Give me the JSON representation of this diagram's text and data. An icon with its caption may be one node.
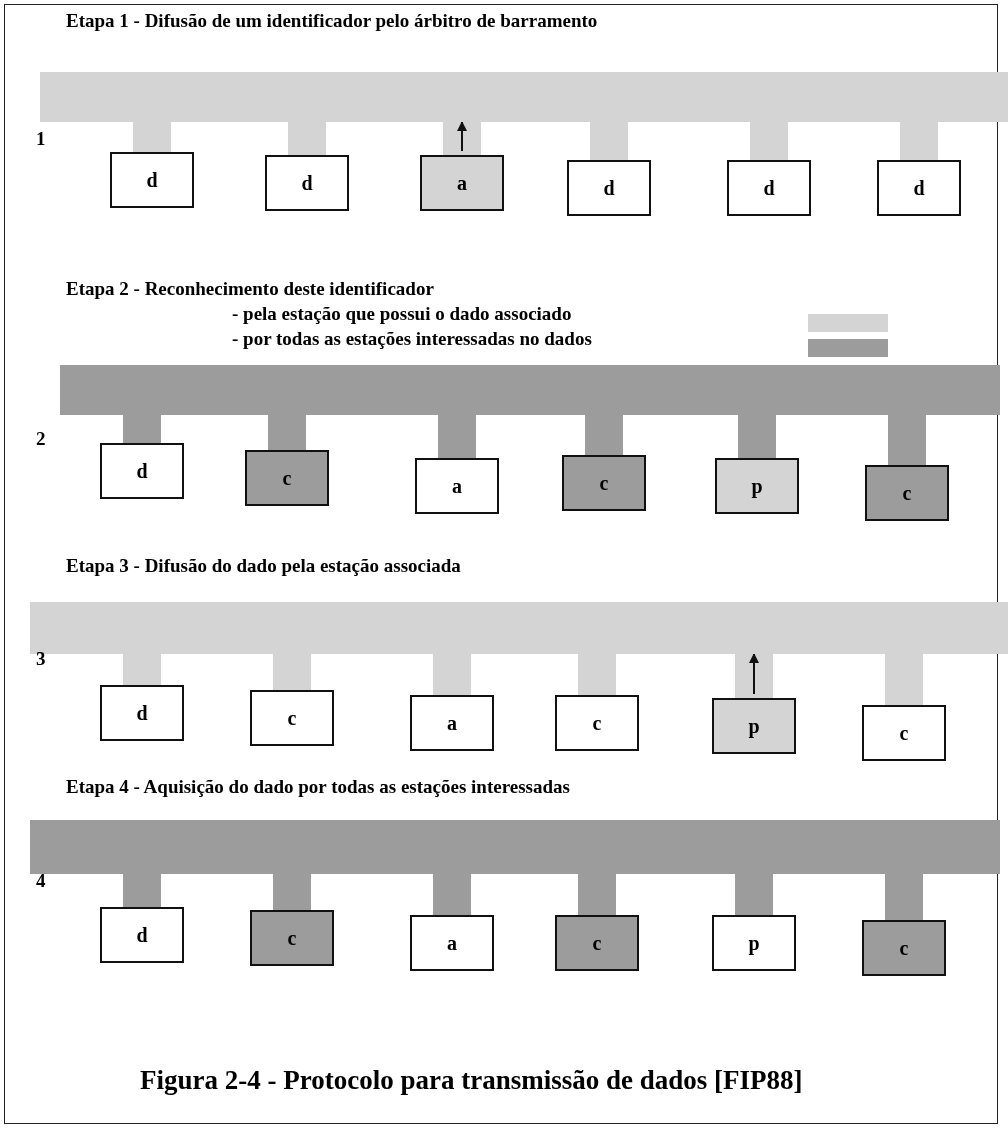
{
  "diagram": {
    "caption": "Figura 2-4 - Protocolo para transmissão de dados [FIP88]",
    "nodes": [
      {
        "text": [],
        "shape": "bar"
      },
      {
        "text": [
          "d"
        ]
      },
      {
        "text": [
          "d"
        ]
      },
      {
        "text": [
          "a"
        ]
      },
      {
        "text": [
          "d"
        ]
      },
      {
        "text": [
          "d"
        ]
      },
      {
        "text": [
          "d"
        ]
      },
      {
        "text": [],
        "shape": "bar"
      },
      {
        "text": [
          "d"
        ]
      },
      {
        "text": [
          "c"
        ]
      },
      {
        "text": [
          "a"
        ]
      },
      {
        "text": [
          "c"
        ]
      },
      {
        "text": [
          "p"
        ]
      },
      {
        "text": [
          "c"
        ]
      },
      {
        "text": [],
        "shape": "bar"
      },
      {
        "text": [
          "d"
        ]
      },
      {
        "text": [
          "c"
        ]
      },
      {
        "text": [
          "a"
        ]
      },
      {
        "text": [
          "c"
        ]
      },
      {
        "text": [
          "p"
        ]
      },
      {
        "text": [
          "c"
        ]
      },
      {
        "text": [],
        "shape": "bar"
      },
      {
        "text": [
          "d"
        ]
      },
      {
        "text": [
          "c"
        ]
      },
      {
        "text": [
          "a"
        ]
      },
      {
        "text": [
          "c"
        ]
      },
      {
        "text": [
          "p"
        ]
      },
      {
        "text": [
          "c"
        ]
      }
    ],
    "edges": [
      {
        "from": 1,
        "to": 0,
        "arrow": "none",
        "color": "#d4d4d4"
      },
      {
        "from": 2,
        "to": 0,
        "arrow": "none",
        "color": "#d4d4d4"
      },
      {
        "from": 3,
        "to": 0,
        "arrow": "to",
        "color": "#111111"
      },
      {
        "from": 4,
        "to": 0,
        "arrow": "none",
        "color": "#d4d4d4"
      },
      {
        "from": 5,
        "to": 0,
        "arrow": "none",
        "color": "#d4d4d4"
      },
      {
        "from": 6,
        "to": 0,
        "arrow": "none",
        "color": "#d4d4d4"
      },
      {
        "from": 8,
        "to": 7,
        "arrow": "none",
        "color": "#9c9c9c"
      },
      {
        "from": 9,
        "to": 7,
        "arrow": "none",
        "color": "#9c9c9c"
      },
      {
        "from": 10,
        "to": 7,
        "arrow": "none",
        "color": "#9c9c9c"
      },
      {
        "from": 11,
        "to": 7,
        "arrow": "none",
        "color": "#9c9c9c"
      },
      {
        "from": 12,
        "to": 7,
        "arrow": "none",
        "color": "#9c9c9c"
      },
      {
        "from": 13,
        "to": 7,
        "arrow": "none",
        "color": "#9c9c9c"
      },
      {
        "from": 15,
        "to": 14,
        "arrow": "none",
        "color": "#d4d4d4"
      },
      {
        "from": 16,
        "to": 14,
        "arrow": "none",
        "color": "#d4d4d4"
      },
      {
        "from": 17,
        "to": 14,
        "arrow": "none",
        "color": "#d4d4d4"
      },
      {
        "from": 18,
        "to": 14,
        "arrow": "none",
        "color": "#d4d4d4"
      },
      {
        "from": 19,
        "to": 14,
        "arrow": "to",
        "color": "#111111"
      },
      {
        "from": 20,
        "to": 14,
        "arrow": "none",
        "color": "#d4d4d4"
      },
      {
        "from": 22,
        "to": 21,
        "arrow": "none",
        "color": "#9c9c9c"
      },
      {
        "from": 23,
        "to": 21,
        "arrow": "none",
        "color": "#9c9c9c"
      },
      {
        "from": 24,
        "to": 21,
        "arrow": "none",
        "color": "#9c9c9c"
      },
      {
        "from": 25,
        "to": 21,
        "arrow": "none",
        "color": "#9c9c9c"
      },
      {
        "from": 26,
        "to": 21,
        "arrow": "none",
        "color": "#9c9c9c"
      },
      {
        "from": 27,
        "to": 21,
        "arrow": "none",
        "color": "#9c9c9c"
      }
    ],
    "labels": [
      "Etapa 1 - Difusão de um identificador pelo árbitro de barramento",
      "1",
      "Etapa 2 - Reconhecimento deste identificador",
      "2",
      "Etapa 3 - Difusão do dado pela estação associada",
      "3",
      "Etapa 4 - Aquisição do dado por todas as estações interessadas",
      "4"
    ],
    "legend": [
      {
        "text": "- pela estação que possui o dado associado",
        "color": "#d4d4d4"
      },
      {
        "text": "- por todas as estações interessadas no dados",
        "color": "#9c9c9c"
      }
    ]
  }
}
